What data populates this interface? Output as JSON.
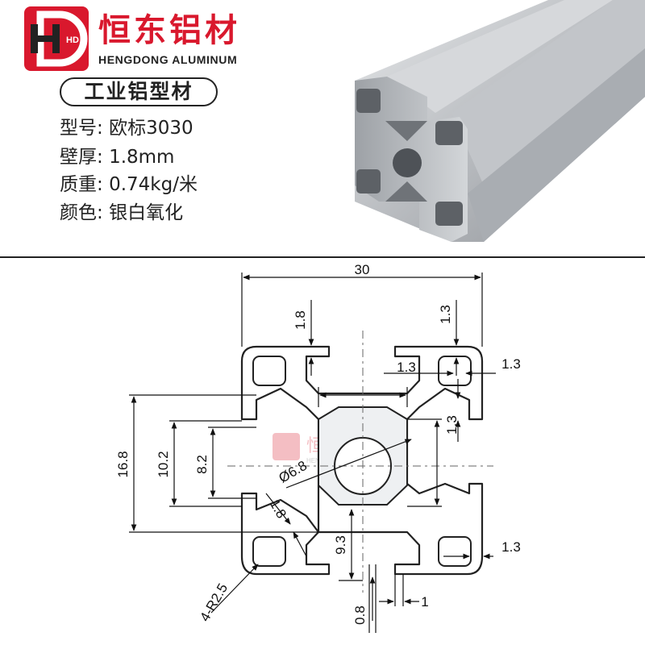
{
  "brand": {
    "name_cn": "恒东铝材",
    "name_en": "HENGDONG ALUMINUM",
    "logo_letters": "HD",
    "accent_color": "#d9182d"
  },
  "product": {
    "category": "工业铝型材",
    "specs": [
      {
        "label": "型号:",
        "value": "欧标3030"
      },
      {
        "label": "壁厚:",
        "value": "1.8mm"
      },
      {
        "label": "质重:",
        "value": "0.74kg/米"
      },
      {
        "label": "颜色:",
        "value": "银白氧化"
      }
    ]
  },
  "drawing": {
    "dimensions": {
      "width": "30",
      "wall": "1.8",
      "lip_top_right": "1.3",
      "lip_inner_right": "1.3",
      "lip_side_right": "1.3",
      "slot_left_gap": "1.3",
      "slot_side_vertical": "1.3",
      "overall_height": "16.8",
      "slot_height": "10.2",
      "slot_opening": "8.2",
      "center_hole": "Ø6.8",
      "web_thickness": "1.8",
      "slot_depth": "9.3",
      "lip_bottom_right": "1.3",
      "corner_radius": "4-R2.5",
      "bottom_gap": "0.8",
      "bottom_width": "1"
    },
    "watermark_cn": "恒东铝材",
    "watermark_en": "HENGDONG ALUMINUM"
  }
}
